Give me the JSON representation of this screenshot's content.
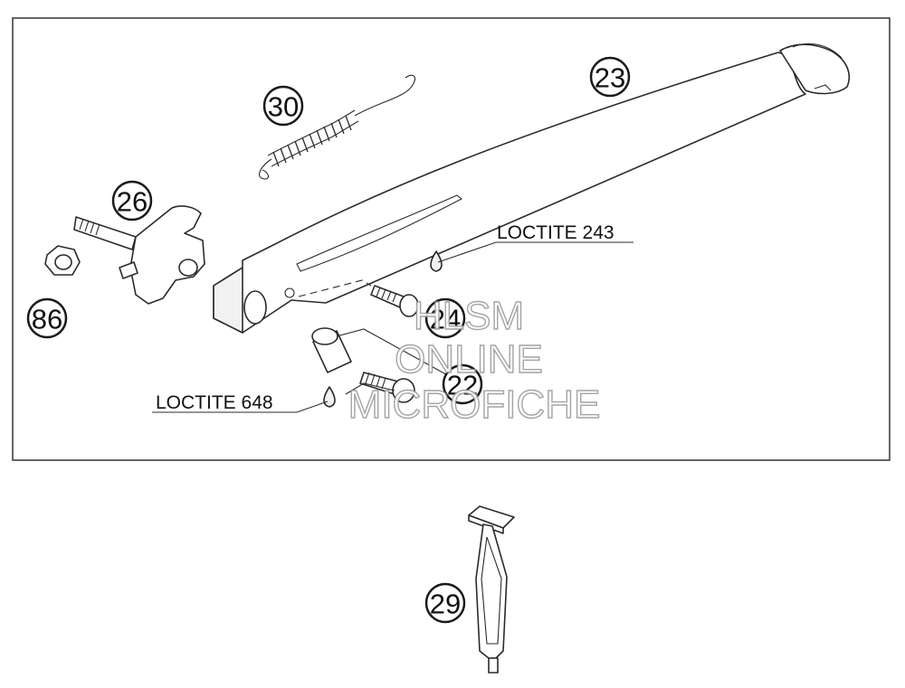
{
  "callouts": {
    "c23": "23",
    "c30": "30",
    "c26": "26",
    "c86": "86",
    "c24": "24",
    "c22": "22",
    "c29": "29"
  },
  "notes": {
    "loctite_243": "LOCTITE 243",
    "loctite_648": "LOCTITE 648"
  },
  "watermark": {
    "line1": "HLSM",
    "line2": "ONLINE",
    "line3": "MICROFICHE"
  }
}
